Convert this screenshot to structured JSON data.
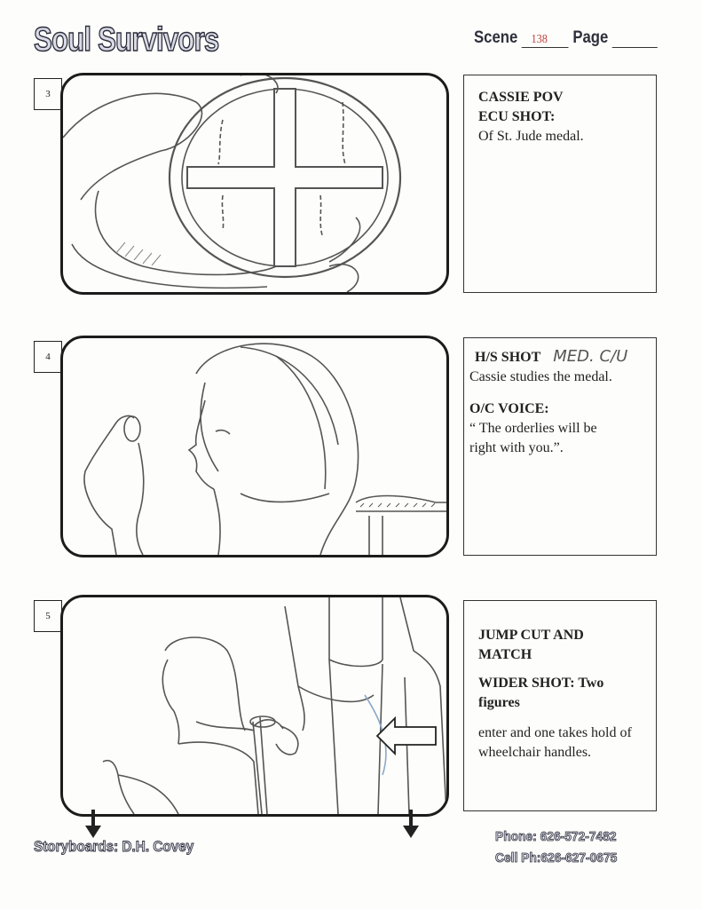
{
  "header": {
    "title": "Soul Survivors",
    "scene_label": "Scene",
    "scene_number": "138",
    "page_label": "Page"
  },
  "panels": [
    {
      "number": "3",
      "lines": [
        {
          "text": "CASSIE POV",
          "bold": true
        },
        {
          "text": "ECU SHOT:",
          "bold": true
        },
        {
          "text": "Of  St. Jude medal.",
          "bold": false
        }
      ]
    },
    {
      "number": "4",
      "handwritten_note": "MED. C/U",
      "lines": [
        {
          "text": "H/S SHOT",
          "bold": true
        },
        {
          "text": "Cassie studies the medal.",
          "bold": false
        },
        {
          "text": "O/C  VOICE:",
          "bold": true
        },
        {
          "text": "“ The orderlies will be right with you.”.",
          "bold": false
        }
      ]
    },
    {
      "number": "5",
      "lines": [
        {
          "text": "JUMP CUT AND MATCH",
          "bold": true
        },
        {
          "text": "WIDER SHOT: Two figures",
          "bold": true
        },
        {
          "text": "enter and one takes hold of wheelchair handles.",
          "bold": false
        }
      ]
    }
  ],
  "footer": {
    "credit": "Storyboards: D.H. Covey",
    "phone": "Phone:  626-572-7482",
    "cell": "Cell Ph:626-627-0675"
  }
}
